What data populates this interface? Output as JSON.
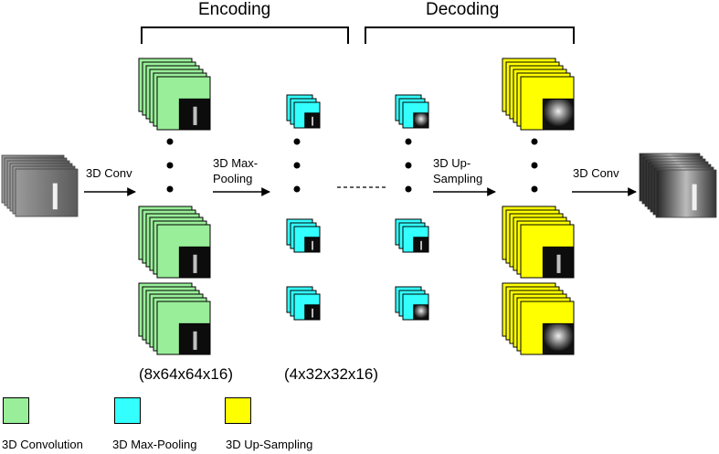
{
  "headers": {
    "encoding": "Encoding",
    "decoding": "Decoding"
  },
  "operations": {
    "conv_in": "3D Conv",
    "maxpool_line1": "3D Max-",
    "maxpool_line2": "Pooling",
    "upsample_line1": "3D Up-",
    "upsample_line2": "Sampling",
    "conv_out": "3D Conv"
  },
  "dimensions": {
    "conv_block": "(8x64x64x16)",
    "pool_block": "(4x32x32x16)"
  },
  "legend": [
    {
      "label": "3D Convolution",
      "color": "#99EE99"
    },
    {
      "label": "3D Max-Pooling",
      "color": "#33FFFF"
    },
    {
      "label": "3D Up-Sampling",
      "color": "#FFFF00"
    }
  ],
  "colors": {
    "convolution": "#99EE99",
    "max_pooling": "#33FFFF",
    "up_sampling": "#FFFF00",
    "stroke": "#000000"
  }
}
